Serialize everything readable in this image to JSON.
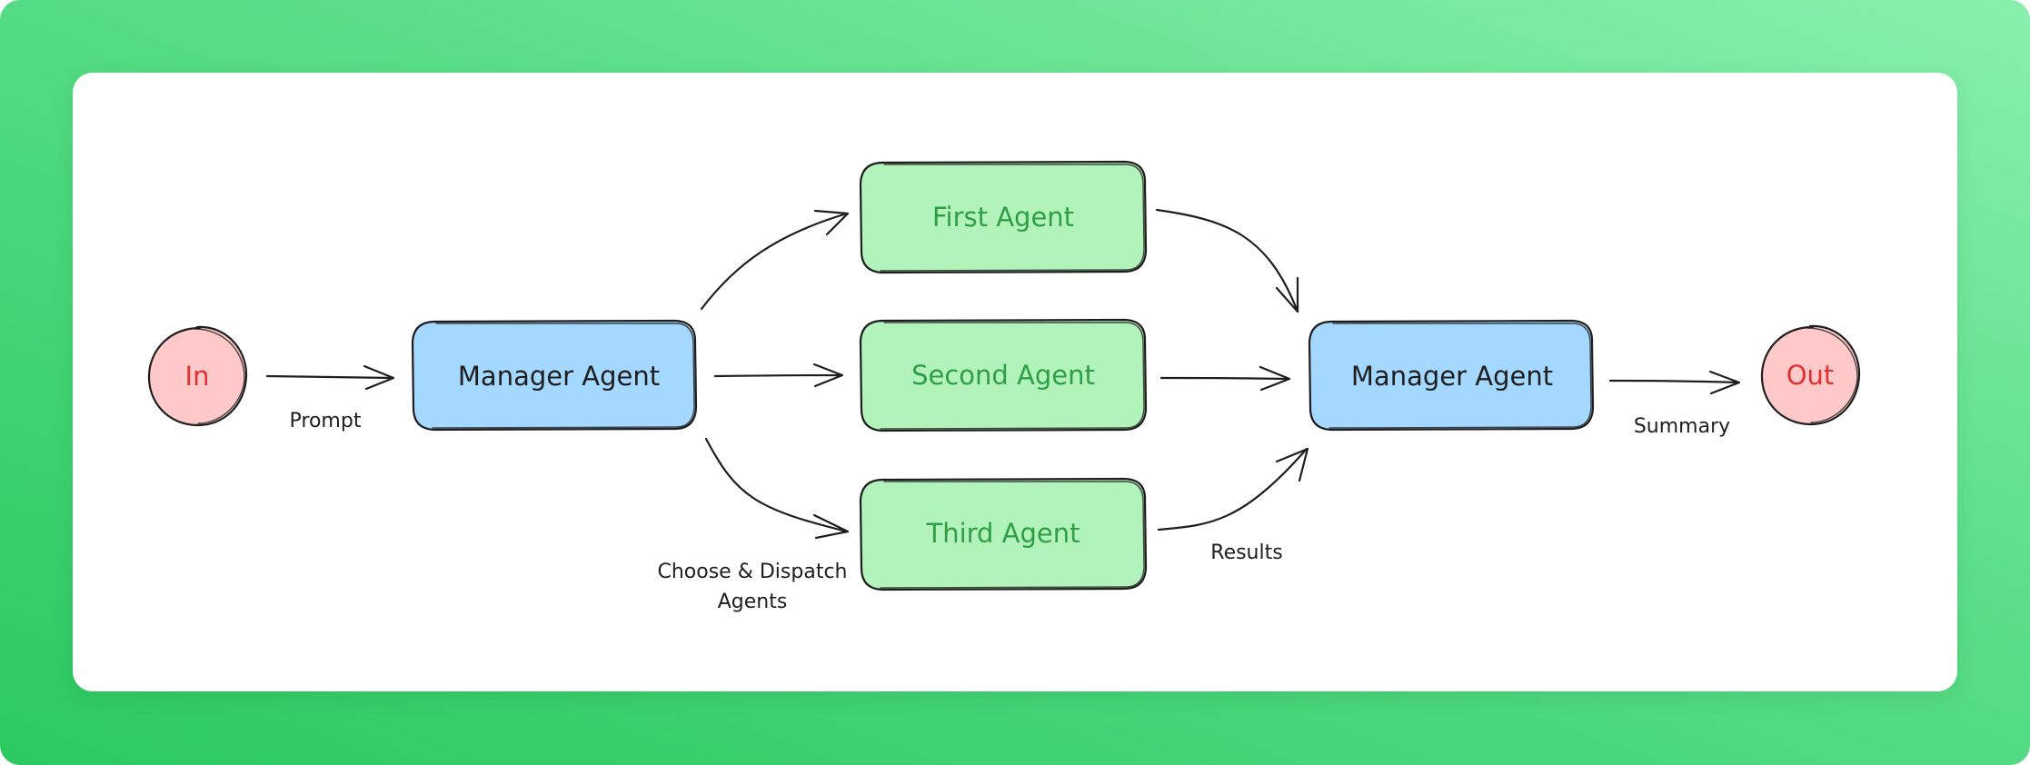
{
  "colors": {
    "manager_fill": "#a5d8ff",
    "agent_fill": "#b2f2bb",
    "terminal_fill": "#ffc9c9",
    "agent_text": "#2f9e44",
    "terminal_text": "#e03131",
    "manager_text": "#1e1e1e"
  },
  "nodes": {
    "input": "In",
    "manager_in": "Manager Agent",
    "first_agent": "First Agent",
    "second_agent": "Second Agent",
    "third_agent": "Third Agent",
    "manager_out": "Manager Agent",
    "output": "Out"
  },
  "edge_labels": {
    "prompt": "Prompt",
    "dispatch_line1": "Choose & Dispatch",
    "dispatch_line2": "Agents",
    "results": "Results",
    "summary": "Summary"
  }
}
